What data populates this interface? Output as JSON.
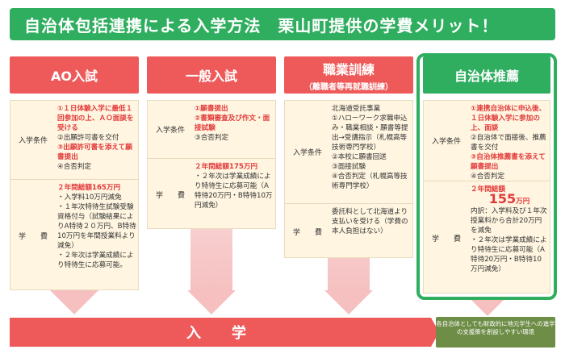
{
  "title": "自治体包括連携による入学方法　栗山町提供の学費メリット！",
  "columns": [
    {
      "header": "AO入試",
      "sub": "",
      "cond_label": "入学条件",
      "fee_label": "学　　費",
      "cond": [
        "①１日体験入学に最低１回参加の上、ＡＯ面談を受ける",
        "②出願許可書を交付",
        "③出願許可書を添えて願書提出",
        "④合否判定"
      ],
      "fee_head": "２年間総額165万円",
      "fee": [
        "・入学料10万円減免",
        "・１年次特待生試験受験資格付与（試験結果によりA特待２０万円、B特待10万円を年間授業料より減免）",
        "・２年次は学業成績により特待生に応募可能。"
      ]
    },
    {
      "header": "一般入試",
      "sub": "",
      "cond_label": "入学条件",
      "fee_label": "学　　費",
      "cond": [
        "①願書提出",
        "②書類審査及び作文・面接試験",
        "③合否判定"
      ],
      "fee_head": "２年間総額175万円",
      "fee": [
        "・２年次は学業成績により特待生に応募可能（A特待20万円・B特待10万円減免）"
      ]
    },
    {
      "header": "職業訓練",
      "sub": "（離職者等再就職訓練）",
      "cond_label": "入学条件",
      "fee_label": "学　　費",
      "cond": [
        "北海道受託事業",
        "①ハローワーク求職申込み・職業相談・願書等提出→受講指示（札幌高等技術専門学校）",
        "②本校に願書回送",
        "③面接試験",
        "④合否判定（札幌高等技術専門学校）"
      ],
      "fee_head": "",
      "fee": [
        "委託料として北海道より支払いを受ける（学費の本人負担はない）"
      ]
    },
    {
      "header": "自治体推薦",
      "sub": "",
      "cond_label": "入学条件",
      "fee_label": "学　　費",
      "cond": [
        "①連携自治体に申込後、１日体験入学に参加の上、面談",
        "②自治体で面接後、推薦書を交付",
        "③自治体推薦書を添えて願書提出",
        "④合否判定"
      ],
      "fee_head": "２年間総額",
      "fee_big": "155",
      "fee_unit": "万円",
      "fee": [
        "内訳：入学料及び１年次授業料から合計20万円を減免",
        "・２年次は学業成績により特待生に応募可能（A特待20万円・B特待10万円減免）"
      ]
    }
  ],
  "entry_label": "入　学",
  "note": "各自治体としても財政的に地元学生への進学の支援策を創設しやすい環境",
  "colors": {
    "green": "#2fae5f",
    "red": "#ee5a5a",
    "cream": "#fff5e0",
    "olive": "#6e8d47"
  }
}
